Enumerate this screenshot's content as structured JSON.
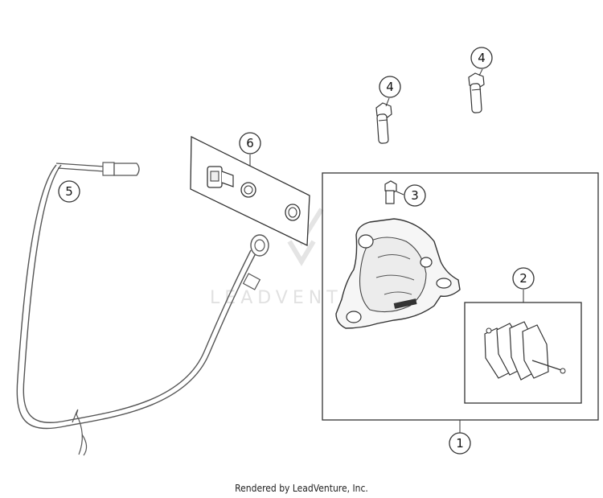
{
  "diagram": {
    "watermark": "LEADVENTURE",
    "callouts": {
      "c1": "1",
      "c2": "2",
      "c3": "3",
      "c4a": "4",
      "c4b": "4",
      "c5": "5",
      "c6": "6"
    }
  },
  "footer": {
    "text": "Rendered by LeadVenture, Inc."
  }
}
